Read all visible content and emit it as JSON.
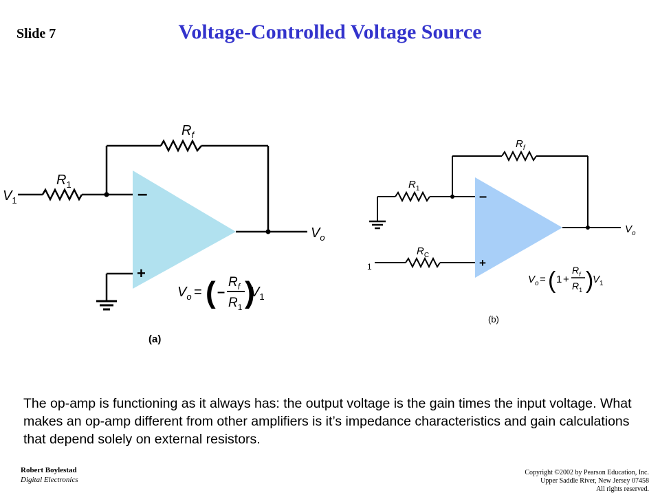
{
  "slide": {
    "label": "Slide 7",
    "title": "Voltage-Controlled Voltage Source"
  },
  "colors": {
    "title": "#3333cc",
    "opamp_a": "#b1e1ef",
    "opamp_b": "#a8cff8"
  },
  "circuit_a": {
    "caption": "(a)",
    "input": {
      "main": "V",
      "sub": "1"
    },
    "output": {
      "main": "V",
      "sub": "o"
    },
    "r1": {
      "main": "R",
      "sub": "1"
    },
    "rf": {
      "main": "R",
      "sub": "f"
    },
    "minus": "–",
    "plus": "+",
    "formula": {
      "lhs": "V",
      "lhs_sub": "o",
      "eq": "=",
      "sign": "–",
      "num": "R",
      "num_sub": "f",
      "den": "R",
      "den_sub": "1",
      "rhs": "V",
      "rhs_sub": "1"
    }
  },
  "circuit_b": {
    "caption": "(b)",
    "input_fragment": "1",
    "output": {
      "main": "V",
      "sub": "o"
    },
    "r1": {
      "main": "R",
      "sub": "1"
    },
    "rf": {
      "main": "R",
      "sub": "f"
    },
    "rc": {
      "main": "R",
      "sub": "C"
    },
    "minus": "–",
    "plus": "+",
    "formula": {
      "lhs": "V",
      "lhs_sub": "o",
      "eq": "=",
      "one": "1",
      "plus": "+",
      "num": "R",
      "num_sub": "f",
      "den": "R",
      "den_sub": "1",
      "rhs": "V",
      "rhs_sub": "1"
    }
  },
  "body_text": "The op-amp is functioning as it always has: the output voltage is the gain times the input voltage. What makes an op-amp different from other amplifiers is it’s impedance characteristics and gain calculations that depend solely on external resistors.",
  "footer": {
    "author": "Robert Boylestad",
    "course": "Digital Electronics",
    "copyright": [
      "Copyright ©2002 by Pearson Education, Inc.",
      "Upper Saddle River, New Jersey 07458",
      "All rights reserved."
    ]
  }
}
